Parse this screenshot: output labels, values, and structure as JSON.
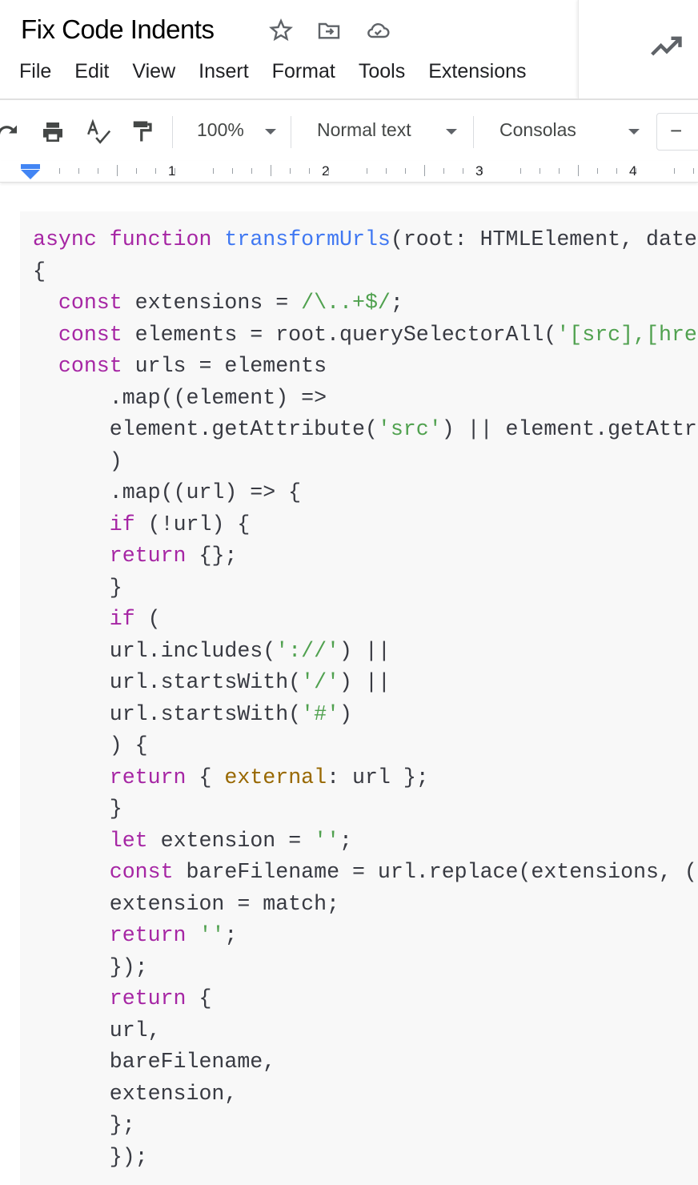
{
  "doc": {
    "title": "Fix Code Indents"
  },
  "header_icons": [
    "star-icon",
    "move-to-folder-icon",
    "cloud-saved-icon",
    "activity-trend-icon"
  ],
  "menu": [
    "File",
    "Edit",
    "View",
    "Insert",
    "Format",
    "Tools",
    "Extensions"
  ],
  "toolbar": {
    "zoom": "100%",
    "style": "Normal text",
    "font": "Consolas",
    "decrease_font": "−"
  },
  "ruler": [
    "1",
    "2",
    "3",
    "4"
  ],
  "colors": {
    "keyword": "#a626a4",
    "function": "#4078f2",
    "string": "#50a14f",
    "property": "#986801",
    "text": "#383a42",
    "ruler_marker": "#4285f4"
  },
  "code": [
    [
      [
        "kw",
        "async"
      ],
      [
        "t",
        " "
      ],
      [
        "kw",
        "function"
      ],
      [
        "t",
        " "
      ],
      [
        "fn",
        "transformUrls"
      ],
      [
        "t",
        "(root: HTMLElement, date"
      ]
    ],
    [
      [
        "t",
        "{"
      ]
    ],
    [
      [
        "t",
        "  "
      ],
      [
        "kw",
        "const"
      ],
      [
        "t",
        " extensions = "
      ],
      [
        "str",
        "/\\..+$/"
      ],
      [
        "t",
        ";"
      ]
    ],
    [
      [
        "t",
        "  "
      ],
      [
        "kw",
        "const"
      ],
      [
        "t",
        " elements = root.querySelectorAll("
      ],
      [
        "str",
        "'[src],[hre"
      ]
    ],
    [
      [
        "t",
        "  "
      ],
      [
        "kw",
        "const"
      ],
      [
        "t",
        " urls = elements"
      ]
    ],
    [
      [
        "t",
        "      .map((element) =>"
      ]
    ],
    [
      [
        "t",
        "      element.getAttribute("
      ],
      [
        "str",
        "'src'"
      ],
      [
        "t",
        ") || element.getAttr"
      ]
    ],
    [
      [
        "t",
        "      )"
      ]
    ],
    [
      [
        "t",
        "      .map((url) => {"
      ]
    ],
    [
      [
        "t",
        "      "
      ],
      [
        "kw",
        "if"
      ],
      [
        "t",
        " (!url) {"
      ]
    ],
    [
      [
        "t",
        "      "
      ],
      [
        "kw",
        "return"
      ],
      [
        "t",
        " {};"
      ]
    ],
    [
      [
        "t",
        "      }"
      ]
    ],
    [
      [
        "t",
        "      "
      ],
      [
        "kw",
        "if"
      ],
      [
        "t",
        " ("
      ]
    ],
    [
      [
        "t",
        "      url.includes("
      ],
      [
        "str",
        "'://'"
      ],
      [
        "t",
        ") ||"
      ]
    ],
    [
      [
        "t",
        "      url.startsWith("
      ],
      [
        "str",
        "'/'"
      ],
      [
        "t",
        ") ||"
      ]
    ],
    [
      [
        "t",
        "      url.startsWith("
      ],
      [
        "str",
        "'#'"
      ],
      [
        "t",
        ")"
      ]
    ],
    [
      [
        "t",
        "      ) {"
      ]
    ],
    [
      [
        "t",
        "      "
      ],
      [
        "kw",
        "return"
      ],
      [
        "t",
        " { "
      ],
      [
        "prop",
        "external"
      ],
      [
        "t",
        ": url };"
      ]
    ],
    [
      [
        "t",
        "      }"
      ]
    ],
    [
      [
        "t",
        "      "
      ],
      [
        "kw",
        "let"
      ],
      [
        "t",
        " extension = "
      ],
      [
        "str",
        "''"
      ],
      [
        "t",
        ";"
      ]
    ],
    [
      [
        "t",
        "      "
      ],
      [
        "kw",
        "const"
      ],
      [
        "t",
        " bareFilename = url.replace(extensions, ("
      ]
    ],
    [
      [
        "t",
        "      extension = match;"
      ]
    ],
    [
      [
        "t",
        "      "
      ],
      [
        "kw",
        "return"
      ],
      [
        "t",
        " "
      ],
      [
        "str",
        "''"
      ],
      [
        "t",
        ";"
      ]
    ],
    [
      [
        "t",
        "      });"
      ]
    ],
    [
      [
        "t",
        "      "
      ],
      [
        "kw",
        "return"
      ],
      [
        "t",
        " {"
      ]
    ],
    [
      [
        "t",
        "      url,"
      ]
    ],
    [
      [
        "t",
        "      bareFilename,"
      ]
    ],
    [
      [
        "t",
        "      extension,"
      ]
    ],
    [
      [
        "t",
        "      };"
      ]
    ],
    [
      [
        "t",
        "      });"
      ]
    ]
  ]
}
